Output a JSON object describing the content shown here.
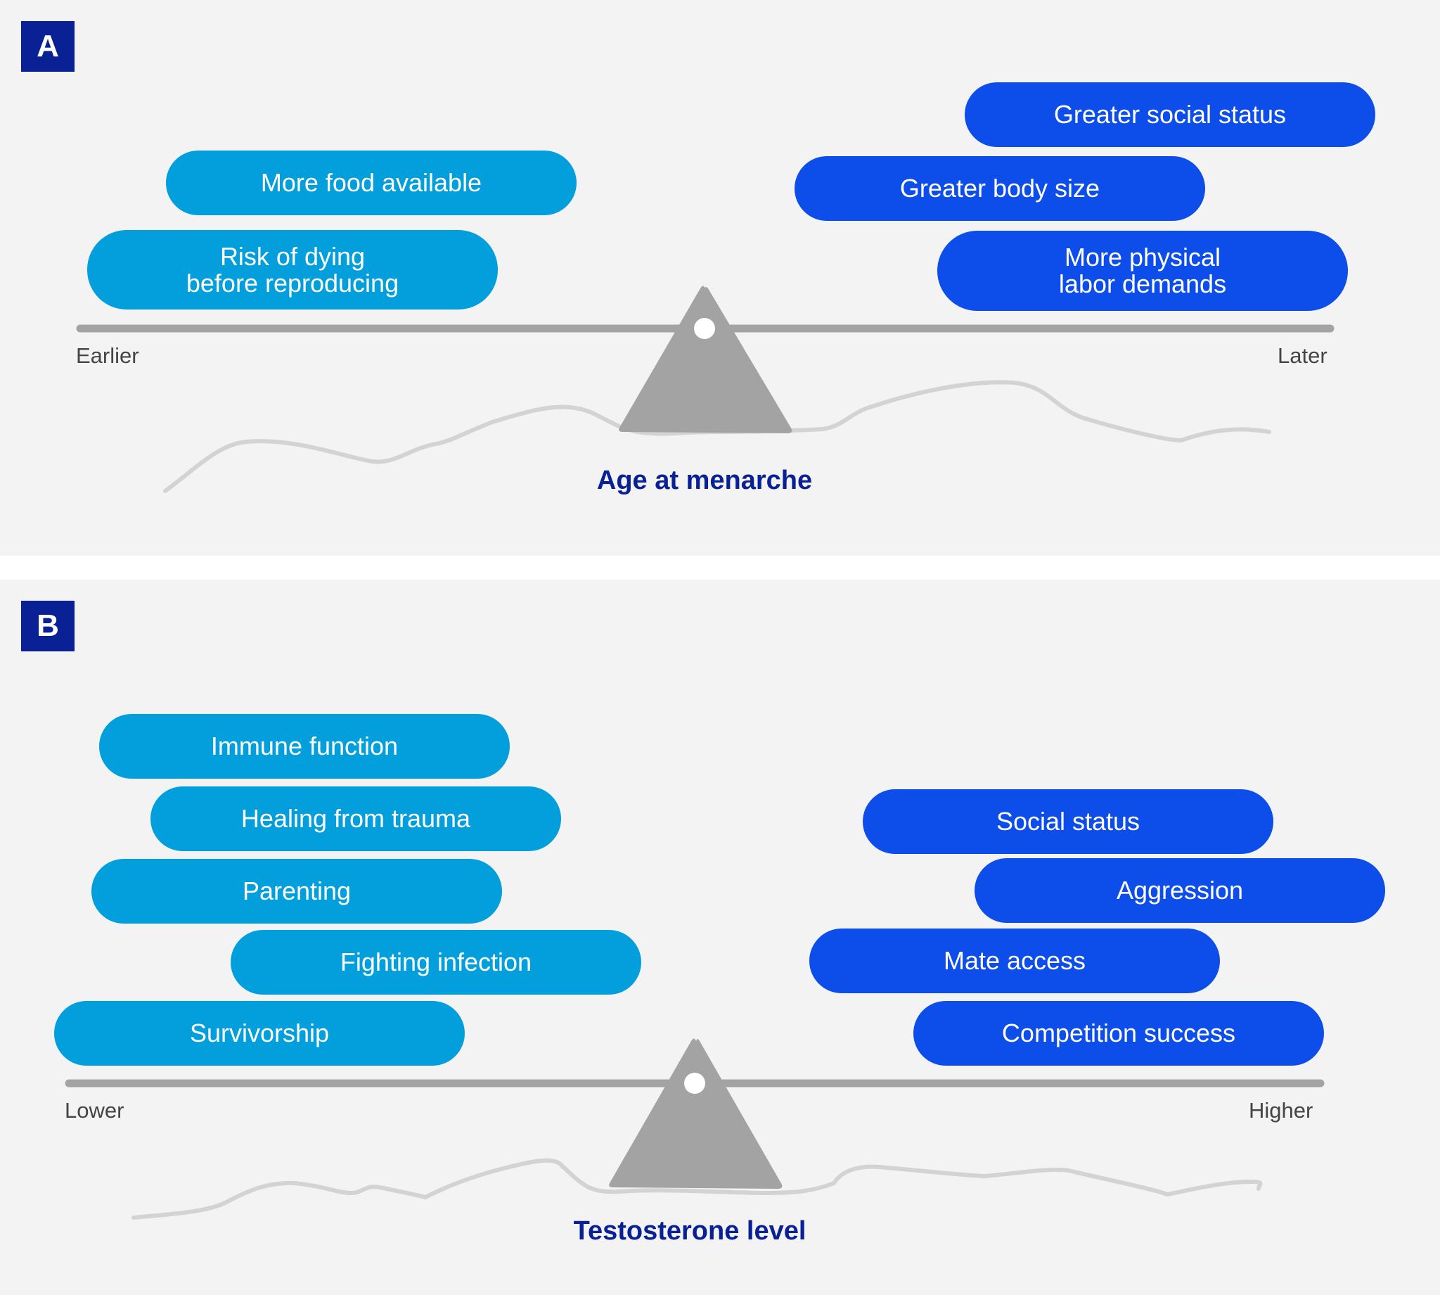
{
  "colors": {
    "panel_bg": "#f3f3f3",
    "badge": "#0a2196",
    "pill_left": "#039fdc",
    "pill_right": "#0d4eea",
    "beam": "#a3a3a3",
    "title": "#0a2196"
  },
  "panel_a": {
    "badge": "A",
    "left_factors": [
      "More food available",
      "Risk of dying\nbefore reproducing"
    ],
    "right_factors": [
      "Greater social status",
      "Greater body size",
      "More physical\nlabor demands"
    ],
    "low_label": "Earlier",
    "high_label": "Later",
    "axis_title": "Age at menarche"
  },
  "panel_b": {
    "badge": "B",
    "left_factors": [
      "Immune function",
      "Healing from trauma",
      "Parenting",
      "Fighting infection",
      "Survivorship"
    ],
    "right_factors": [
      "Social status",
      "Aggression",
      "Mate access",
      "Competition success"
    ],
    "low_label": "Lower",
    "high_label": "Higher",
    "axis_title": "Testosterone level"
  }
}
